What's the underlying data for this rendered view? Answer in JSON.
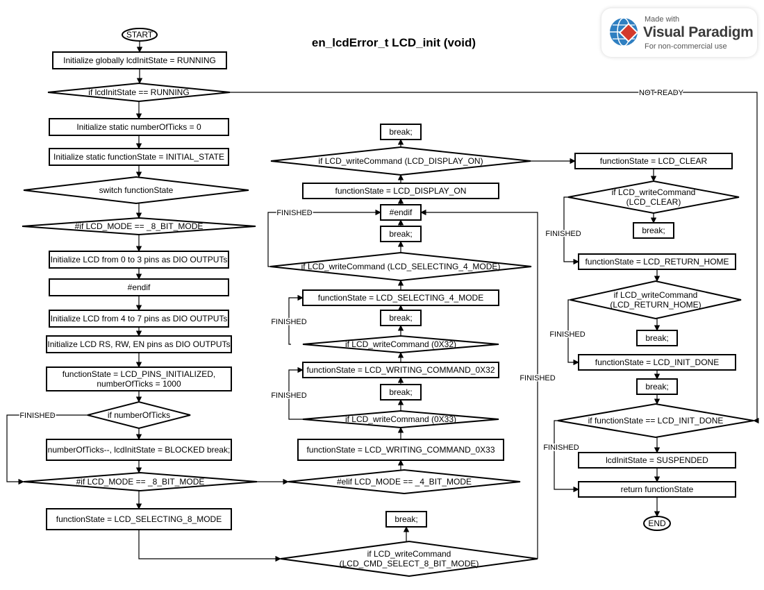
{
  "title": "en_lcdError_t LCD_init (void)",
  "badge": {
    "made_with": "Made with",
    "brand": "Visual Paradigm",
    "note": "For non-commercial use",
    "colors": {
      "globe": "#2f7fc1",
      "diamond": "#d33a2c"
    }
  },
  "nodes": [
    {
      "id": "start",
      "shape": "terminal",
      "lines": [
        "START"
      ]
    },
    {
      "id": "n1",
      "shape": "process",
      "lines": [
        "Initialize globally lcdInitState = RUNNING"
      ]
    },
    {
      "id": "d1",
      "shape": "decision",
      "lines": [
        "if lcdInitState == RUNNING"
      ]
    },
    {
      "id": "n2",
      "shape": "process",
      "lines": [
        "Initialize static numberOfTicks = 0"
      ]
    },
    {
      "id": "n3",
      "shape": "process",
      "lines": [
        "Initialize static functionState = INITIAL_STATE"
      ]
    },
    {
      "id": "d2",
      "shape": "decision",
      "lines": [
        "switch functionState"
      ]
    },
    {
      "id": "d3",
      "shape": "decision",
      "lines": [
        "#if LCD_MODE == _8_BIT_MODE"
      ]
    },
    {
      "id": "n4",
      "shape": "process",
      "lines": [
        "Initialize LCD from 0 to 3 pins as DIO OUTPUTs"
      ]
    },
    {
      "id": "n5",
      "shape": "process",
      "lines": [
        "#endif"
      ]
    },
    {
      "id": "n6",
      "shape": "process",
      "lines": [
        "Initialize LCD from 4 to 7 pins as DIO OUTPUTs"
      ]
    },
    {
      "id": "n7",
      "shape": "process",
      "lines": [
        "Initialize LCD RS, RW, EN pins as DIO OUTPUTs"
      ]
    },
    {
      "id": "n8",
      "shape": "process",
      "lines": [
        "functionState = LCD_PINS_INITIALIZED,",
        "numberOfTicks = 1000"
      ]
    },
    {
      "id": "d4",
      "shape": "decision",
      "lines": [
        "if numberOfTicks"
      ]
    },
    {
      "id": "n9",
      "shape": "process",
      "lines": [
        "numberOfTicks--, lcdInitState = BLOCKED break;"
      ]
    },
    {
      "id": "d5",
      "shape": "decision",
      "lines": [
        "#if LCD_MODE == _8_BIT_MODE"
      ]
    },
    {
      "id": "n10",
      "shape": "process",
      "lines": [
        "functionState = LCD_SELECTING_8_MODE"
      ]
    },
    {
      "id": "d6",
      "shape": "decision",
      "lines": [
        "if LCD_writeCommand",
        "(LCD_CMD_SELECT_8_BIT_MODE)"
      ]
    },
    {
      "id": "b1",
      "shape": "process",
      "lines": [
        "break;"
      ]
    },
    {
      "id": "d7",
      "shape": "decision",
      "lines": [
        "#elif LCD_MODE == _4_BIT_MODE"
      ]
    },
    {
      "id": "n11",
      "shape": "process",
      "lines": [
        "functionState = LCD_WRITING_COMMAND_0X33"
      ]
    },
    {
      "id": "d8",
      "shape": "decision",
      "lines": [
        "if LCD_writeCommand (0X33)"
      ]
    },
    {
      "id": "b2",
      "shape": "process",
      "lines": [
        "break;"
      ]
    },
    {
      "id": "n12",
      "shape": "process",
      "lines": [
        "functionState = LCD_WRITING_COMMAND_0X32"
      ]
    },
    {
      "id": "d9",
      "shape": "decision",
      "lines": [
        "if LCD_writeCommand (0X32)"
      ]
    },
    {
      "id": "b3",
      "shape": "process",
      "lines": [
        "break;"
      ]
    },
    {
      "id": "n13",
      "shape": "process",
      "lines": [
        "functionState = LCD_SELECTING_4_MODE"
      ]
    },
    {
      "id": "d10",
      "shape": "decision",
      "lines": [
        "if LCD_writeCommand (LCD_SELECTING_4_MODE)"
      ]
    },
    {
      "id": "b4",
      "shape": "process",
      "lines": [
        "break;"
      ]
    },
    {
      "id": "n14",
      "shape": "process",
      "lines": [
        "#endif"
      ]
    },
    {
      "id": "n15",
      "shape": "process",
      "lines": [
        "functionState = LCD_DISPLAY_ON"
      ]
    },
    {
      "id": "d11",
      "shape": "decision",
      "lines": [
        "if LCD_writeCommand (LCD_DISPLAY_ON)"
      ]
    },
    {
      "id": "b5",
      "shape": "process",
      "lines": [
        "break;"
      ]
    },
    {
      "id": "n16",
      "shape": "process",
      "lines": [
        "functionState = LCD_CLEAR"
      ]
    },
    {
      "id": "d12",
      "shape": "decision",
      "lines": [
        "if LCD_writeCommand",
        "(LCD_CLEAR)"
      ]
    },
    {
      "id": "b6",
      "shape": "process",
      "lines": [
        "break;"
      ]
    },
    {
      "id": "n17",
      "shape": "process",
      "lines": [
        "functionState = LCD_RETURN_HOME"
      ]
    },
    {
      "id": "d13",
      "shape": "decision",
      "lines": [
        "if LCD_writeCommand",
        "(LCD_RETURN_HOME)"
      ]
    },
    {
      "id": "b7",
      "shape": "process",
      "lines": [
        "break;"
      ]
    },
    {
      "id": "n18",
      "shape": "process",
      "lines": [
        "functionState = LCD_INIT_DONE"
      ]
    },
    {
      "id": "b8",
      "shape": "process",
      "lines": [
        "break;"
      ]
    },
    {
      "id": "d14",
      "shape": "decision",
      "lines": [
        "if functionState == LCD_INIT_DONE"
      ]
    },
    {
      "id": "n19",
      "shape": "process",
      "lines": [
        "lcdInitState = SUSPENDED"
      ]
    },
    {
      "id": "n20",
      "shape": "process",
      "lines": [
        "return functionState"
      ]
    },
    {
      "id": "end",
      "shape": "terminal",
      "lines": [
        "END"
      ]
    }
  ],
  "edge_labels": {
    "not_ready": "NOT READY",
    "finished": "FINISHED"
  }
}
